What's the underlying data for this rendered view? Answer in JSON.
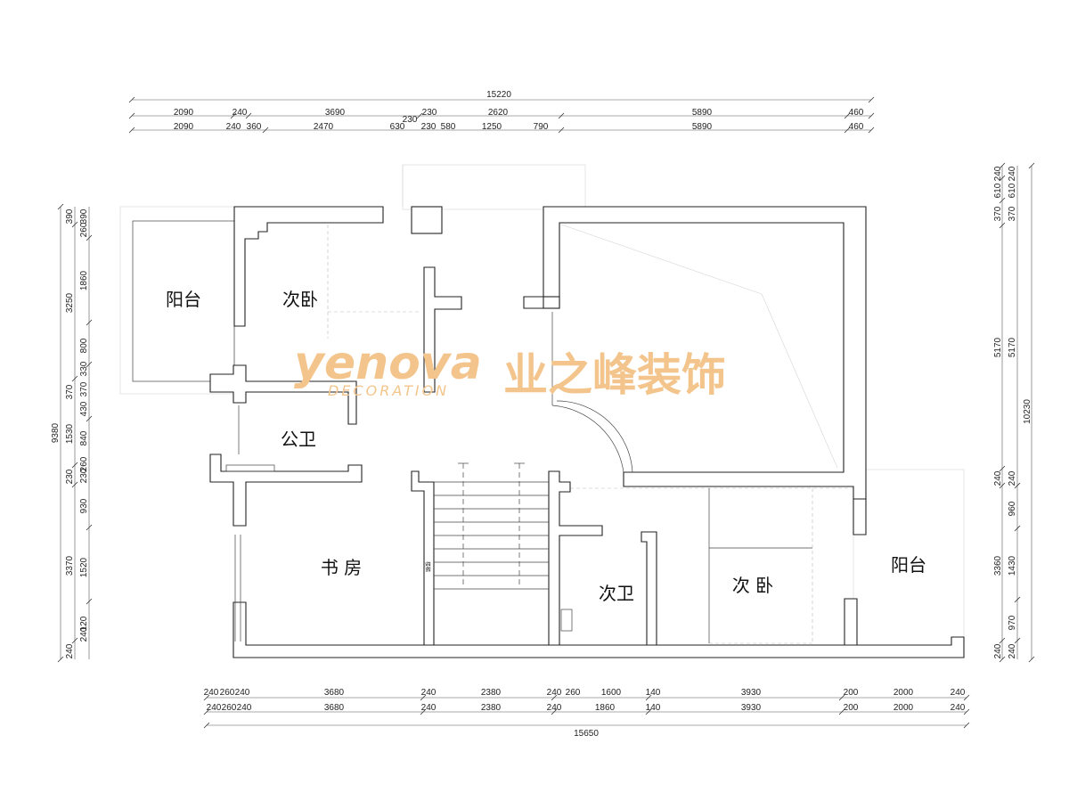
{
  "rooms": {
    "balcony_left": "阳台",
    "bedroom_top": "次卧",
    "public_bath": "公卫",
    "study": "书 房",
    "second_bath": "次卫",
    "bedroom_bottom": "次 卧",
    "balcony_right": "阳台"
  },
  "watermark": {
    "brand_en": "yenova",
    "brand_sub": "DECORATION",
    "brand_cn": "业之峰装饰"
  },
  "stair_mark": "楼梯",
  "dims": {
    "top_total": "15220",
    "top_row1": [
      "2090",
      "240",
      "3690",
      "230",
      "230",
      "2620",
      "5890",
      "460"
    ],
    "top_row2": [
      "2090",
      "240",
      "360",
      "2470",
      "630",
      "230",
      "580",
      "1250",
      "790",
      "5890",
      "460"
    ],
    "bottom_row1": [
      "240",
      "260",
      "240",
      "3680",
      "240",
      "2380",
      "240",
      "260",
      "1600",
      "140",
      "3930",
      "200",
      "2000",
      "240"
    ],
    "bottom_row2": [
      "240",
      "260",
      "240",
      "3680",
      "240",
      "2380",
      "240",
      "1860",
      "140",
      "3930",
      "200",
      "2000",
      "240"
    ],
    "bottom_total": "15650",
    "left_total": "9380",
    "left_row1": [
      "390",
      "3250",
      "370",
      "1530",
      "230",
      "3370",
      "240"
    ],
    "left_row2": [
      "390",
      "260",
      "1860",
      "800",
      "370",
      "330",
      "430",
      "840",
      "230",
      "260",
      "930",
      "1520",
      "240",
      "120"
    ],
    "right_total": "10230",
    "right_row1": [
      "370",
      "610",
      "240",
      "5170",
      "240",
      "3360",
      "240"
    ],
    "right_row2": [
      "370",
      "610",
      "240",
      "5170",
      "240",
      "960",
      "1430",
      "970",
      "240"
    ]
  }
}
